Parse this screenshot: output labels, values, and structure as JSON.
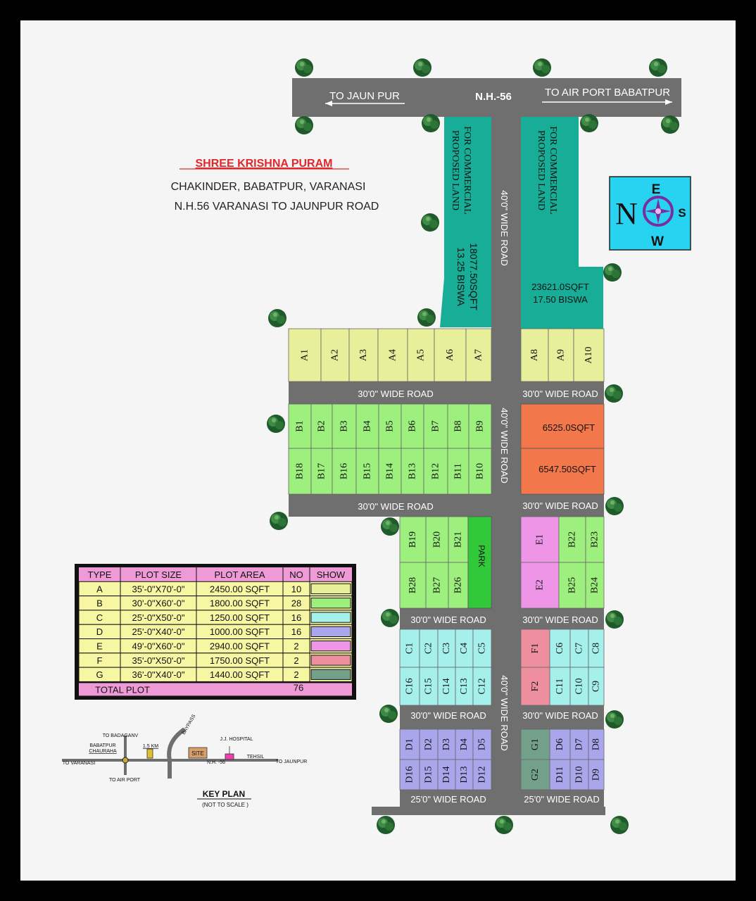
{
  "title": "SHREE KRISHNA PURAM",
  "address_line1": "CHAKINDER, BABATPUR, VARANASI",
  "address_line2": "N.H.56 VARANASI TO JAUNPUR ROAD",
  "highway": {
    "name": "N.H.-56",
    "left_direction": "TO JAUN PUR",
    "right_direction": "TO AIR PORT BABATPUR"
  },
  "compass": {
    "north": "N",
    "east": "E",
    "south": "S",
    "west": "W"
  },
  "commercial": {
    "left_label": [
      "FOR COMMERCIAL",
      "PROPOSED LAND"
    ],
    "left_area": [
      "18077.50SQFT",
      "13.25 BISWA"
    ],
    "right_label": [
      "FOR COMMERCIAL",
      "PROPOSED LAND"
    ],
    "right_area": [
      "23621.0SQFT",
      "17.50 BISWA"
    ]
  },
  "roads": {
    "main": "40'0\" WIDE ROAD",
    "cross30": "30'0\" WIDE ROAD",
    "cross25": "25'0\" WIDE ROAD"
  },
  "orange_plots": [
    "6525.0SQFT",
    "6547.50SQFT"
  ],
  "park_label": "PARK",
  "plots": {
    "a_left": [
      "A1",
      "A2",
      "A3",
      "A4",
      "A5",
      "A6",
      "A7"
    ],
    "a_right": [
      "A8",
      "A9",
      "A10"
    ],
    "b_top": [
      "B1",
      "B2",
      "B3",
      "B4",
      "B5",
      "B6",
      "B7",
      "B8",
      "B9"
    ],
    "b_bottom": [
      "B18",
      "B17",
      "B16",
      "B15",
      "B14",
      "B13",
      "B12",
      "B11",
      "B10"
    ],
    "b_mid_top": [
      "B19",
      "B20",
      "B21"
    ],
    "b_mid_bottom": [
      "B28",
      "B27",
      "B26"
    ],
    "e": [
      "E1",
      "E2"
    ],
    "b_right_top": [
      "B22",
      "B23"
    ],
    "b_right_bottom": [
      "B25",
      "B24"
    ],
    "c_top": [
      "C1",
      "C2",
      "C3",
      "C4",
      "C5"
    ],
    "c_bottom": [
      "C16",
      "C15",
      "C14",
      "C13",
      "C12"
    ],
    "f": [
      "F1",
      "F2"
    ],
    "c_right_top": [
      "C6",
      "C7",
      "C8"
    ],
    "c_right_bottom": [
      "C11",
      "C10",
      "C9"
    ],
    "d_top": [
      "D1",
      "D2",
      "D3",
      "D4",
      "D5"
    ],
    "d_bottom": [
      "D16",
      "D15",
      "D14",
      "D13",
      "D12"
    ],
    "g": [
      "G1",
      "G2"
    ],
    "d_right_top": [
      "D6",
      "D7",
      "D8"
    ],
    "d_right_bottom": [
      "D11",
      "D10",
      "D9"
    ]
  },
  "table": {
    "headers": [
      "TYPE",
      "PLOT SIZE",
      "PLOT AREA",
      "NO",
      "SHOW"
    ],
    "rows": [
      {
        "type": "A",
        "size": "35'-0\"X70'-0\"",
        "area": "2450.00 SQFT",
        "no": "10",
        "color": "#e8ef9a"
      },
      {
        "type": "B",
        "size": "30'-0\"X60'-0\"",
        "area": "1800.00 SQFT",
        "no": "28",
        "color": "#9ef07e"
      },
      {
        "type": "C",
        "size": "25'-0\"X50'-0\"",
        "area": "1250.00 SQFT",
        "no": "16",
        "color": "#a6f0ec"
      },
      {
        "type": "D",
        "size": "25'-0\"X40'-0\"",
        "area": "1000.00 SQFT",
        "no": "16",
        "color": "#a9a6ec"
      },
      {
        "type": "E",
        "size": "49'-0\"X60'-0\"",
        "area": "2940.00 SQFT",
        "no": "2",
        "color": "#ee95e8"
      },
      {
        "type": "F",
        "size": "35'-0\"X50'-0\"",
        "area": "1750.00 SQFT",
        "no": "2",
        "color": "#ee8fa0"
      },
      {
        "type": "G",
        "size": "36'-0\"X40'-0\"",
        "area": "1440.00 SQFT",
        "no": "2",
        "color": "#73a08b"
      }
    ],
    "total_label": "TOTAL PLOT",
    "total_value": "76"
  },
  "key_plan": {
    "title": "KEY PLAN",
    "subtitle": "(NOT TO SCALE )",
    "to_badaganv": "TO BADAGANV",
    "babatpur1": "BABATPUR",
    "babatpur2": "CHAURAHA",
    "to_varanasi": "TO VARANASI",
    "to_airport": "TO AIR PORT",
    "distance": "1.5 KM",
    "baypass": "BAYPASS",
    "site": "SITE",
    "hospital": "J.J. HOSPITAL",
    "nh": "N.H. -56",
    "tehsil": "TEHSIL",
    "to_jaunpur": "TO JAUNPUR"
  },
  "colors": {
    "road": "#6f6f6f",
    "commercial": "#17ad96",
    "A": "#e8ef9a",
    "B": "#9ef07e",
    "C": "#a6f0ec",
    "D": "#a9a6ec",
    "E": "#ee95e8",
    "F": "#ee8fa0",
    "G": "#73a08b",
    "orange": "#f2774b",
    "park": "#31c83a",
    "compass_bg": "#27d3f0",
    "title_red": "#e2262a",
    "table_pink": "#ee9ad6"
  }
}
